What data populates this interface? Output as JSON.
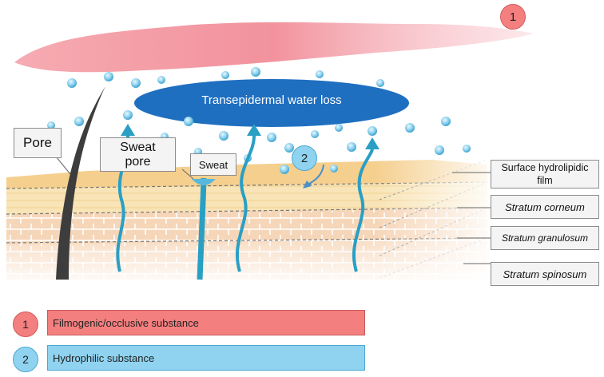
{
  "labels": {
    "tewl": "Transepidermal water loss",
    "pore": "Pore",
    "sweat_pore_line1": "Sweat",
    "sweat_pore_line2": "pore",
    "sweat": "Sweat",
    "layers": [
      {
        "line1": "Surface hydrolipidic",
        "line2": "film"
      },
      {
        "line1": "Stratum corneum"
      },
      {
        "line1": "Stratum granulosum"
      },
      {
        "line1": "Stratum spinosum"
      }
    ]
  },
  "badges": {
    "one": "1",
    "two": "2"
  },
  "legend": [
    {
      "number": "1",
      "text": "Filmogenic/occlusive substance",
      "color": "#f47f7f"
    },
    {
      "number": "2",
      "text": "Hydrophilic substance",
      "color": "#8fd3f0"
    }
  ],
  "colors": {
    "film": "#f08a96",
    "tewl": "#1f6fc0",
    "arrow": "#2a9fc4",
    "skin_top": "#f5cf8e",
    "skin_mid": "#f8e3b2",
    "granulosum": "#f6d3b4",
    "hair": "#3d3d3d"
  }
}
